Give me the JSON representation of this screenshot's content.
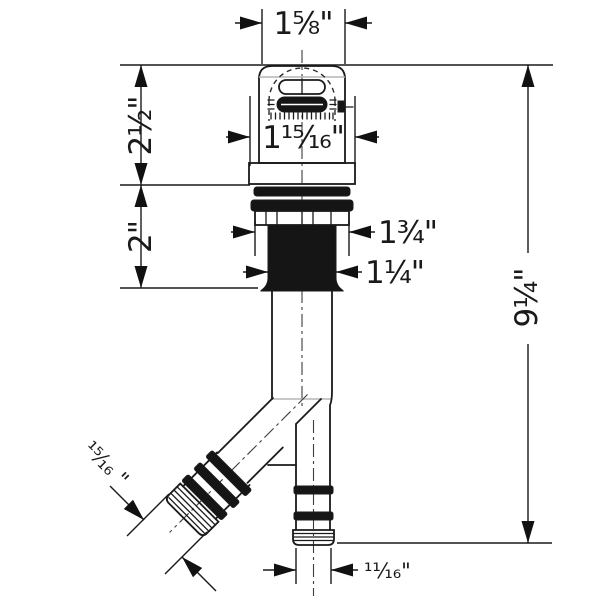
{
  "drawing": {
    "type": "technical-dimension-drawing",
    "part": "faucet-spout-shank-with-side-outlet",
    "colors": {
      "line": "#1a1a1a",
      "muted_line": "#b5b5b5",
      "background": "#ffffff"
    },
    "dimensions": {
      "top_width": "1⁵⁄₈\"",
      "head_width": "1¹⁵⁄₁₆\"",
      "upper_height": "2¹⁄₂\"",
      "mid_height": "2\"",
      "nut_width": "1³⁄₄\"",
      "thread_width": "1¹⁄₄\"",
      "overall_height": "9¹⁄₄\"",
      "side_outlet_width": "¹⁵⁄₁₆ \"",
      "bottom_outlet_width": "¹¹⁄₁₆\""
    }
  }
}
